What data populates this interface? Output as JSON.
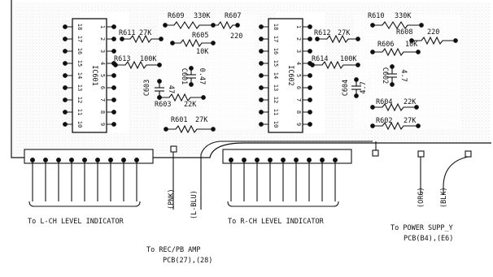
{
  "ics": [
    {
      "id": "ic601",
      "name": "IC601",
      "left_pins": [
        "18",
        "17",
        "16",
        "15",
        "14",
        "13",
        "12",
        "11",
        "10"
      ],
      "right_pins": [
        "1",
        "2",
        "3",
        "4",
        "5",
        "6",
        "7",
        "8",
        "9"
      ]
    },
    {
      "id": "ic602",
      "name": "IC602",
      "left_pins": [
        "18",
        "17",
        "16",
        "15",
        "14",
        "13",
        "12",
        "11",
        "10"
      ],
      "right_pins": [
        "1",
        "2",
        "3",
        "4",
        "5",
        "6",
        "7",
        "8",
        "9"
      ]
    }
  ],
  "components": {
    "r609": {
      "ref": "R609",
      "value": "330K"
    },
    "r607": {
      "ref": "R607",
      "value": "220"
    },
    "r611": {
      "ref": "R611",
      "value": "27K"
    },
    "r605": {
      "ref": "R605",
      "value": "10K"
    },
    "r613": {
      "ref": "R613",
      "value": "100K"
    },
    "c601": {
      "ref": "C601",
      "value": "0.47"
    },
    "c603": {
      "ref": "C603",
      "value": "47"
    },
    "r603": {
      "ref": "R603",
      "value": "22K"
    },
    "r601": {
      "ref": "R601",
      "value": "27K"
    },
    "r610": {
      "ref": "R610",
      "value": "330K"
    },
    "r608": {
      "ref": "R608",
      "value": "220"
    },
    "r612": {
      "ref": "R612",
      "value": "27K"
    },
    "r606": {
      "ref": "R606",
      "value": "10K"
    },
    "r614": {
      "ref": "R614",
      "value": "100K"
    },
    "c602": {
      "ref": "C602",
      "value": "4.7"
    },
    "c604": {
      "ref": "C604",
      "value": "4.7"
    },
    "r604": {
      "ref": "R604",
      "value": "22K"
    },
    "r602": {
      "ref": "R602",
      "value": "27K"
    }
  },
  "wires": {
    "pnk": "(PNK)",
    "l_blu": "(L-BLU)",
    "org": "(ORG)",
    "blk": "(BLK)"
  },
  "destinations": {
    "l_ch": "To L-CH LEVEL INDICATOR",
    "r_ch": "To R-CH LEVEL INDICATOR",
    "rec_pb_1": "To REC/PB AMP",
    "rec_pb_2": "PCB(27),(28)",
    "power_1": "To POWER SUPP_Y",
    "power_2": "PCB(B4),(E6)"
  }
}
